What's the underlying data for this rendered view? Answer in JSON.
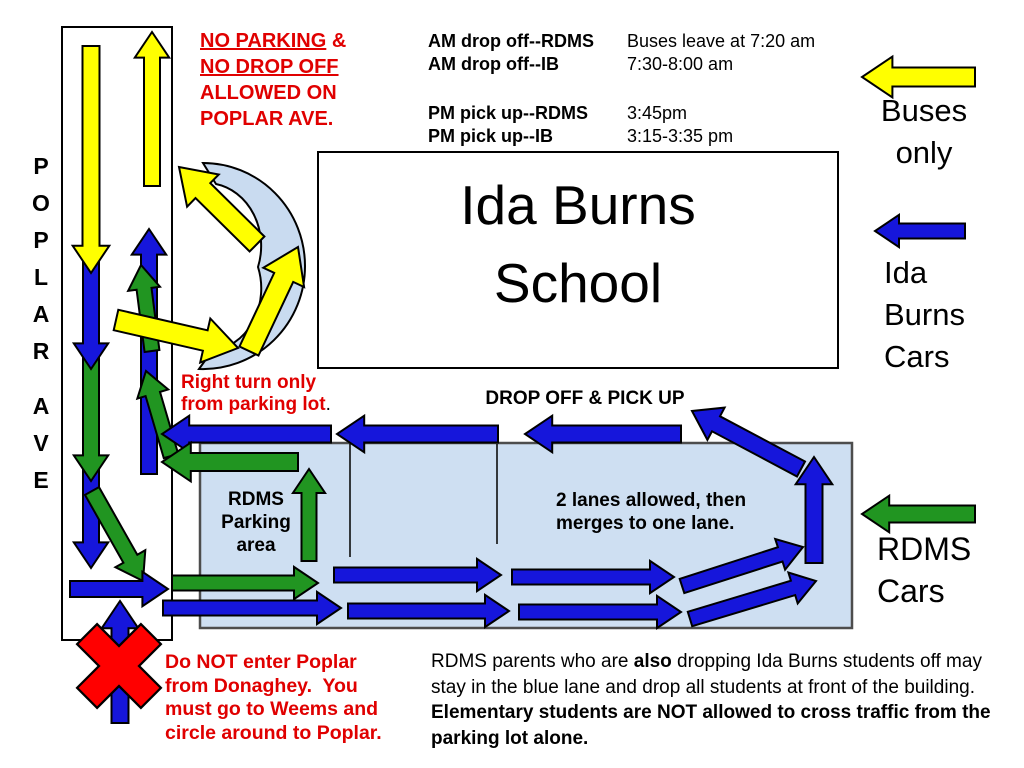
{
  "colors": {
    "bus": "#FFFF00",
    "ida_burns": "#1616DB",
    "rdms": "#219521",
    "warning_text": "#E00000",
    "no_entry_x": "#FF0000",
    "zone_fill": "#CEDFF2",
    "loop_fill": "#C9DBF0"
  },
  "street": {
    "word1": "POPLAR",
    "word2": "AVE"
  },
  "no_parking_note": {
    "line1_underlined": "NO PARKING",
    "line1_rest": " &",
    "line2_underlined": "NO DROP OFF",
    "line3": "ALLOWED ON",
    "line4": "POPLAR AVE."
  },
  "schedule": {
    "rows": [
      {
        "label": "AM drop off--RDMS",
        "value": "Buses leave at 7:20 am"
      },
      {
        "label": "AM drop off--IB",
        "value": "7:30-8:00 am"
      },
      {
        "label": "PM pick up--RDMS",
        "value": "3:45pm"
      },
      {
        "label": "PM pick up--IB",
        "value": "3:15-3:35 pm"
      }
    ]
  },
  "legend": {
    "buses": {
      "line1": "Buses",
      "line2": "only"
    },
    "ida": {
      "line1": "Ida",
      "line2": "Burns",
      "line3": "Cars"
    },
    "rdms": {
      "line1": "RDMS",
      "line2": "Cars"
    }
  },
  "school": {
    "line1": "Ida Burns",
    "line2": "School"
  },
  "dropoff_label": "DROP OFF & PICK UP",
  "right_turn_note": {
    "line1": "Right turn only",
    "line2": "from parking lot",
    "period": "."
  },
  "parking_label": {
    "line1": "RDMS",
    "line2": "Parking",
    "line3": "area"
  },
  "lanes_note": {
    "line1": "2 lanes allowed, then",
    "line2": "merges to one lane."
  },
  "donaghey_note": {
    "line1": "Do NOT enter Poplar",
    "line2": "from Donaghey.  You",
    "line3": "must go to Weems and",
    "line4": "circle around to Poplar."
  },
  "bottom_note": {
    "segments": [
      {
        "text": "RDMS parents who are ",
        "bold": false
      },
      {
        "text": "also",
        "bold": true
      },
      {
        "text": " dropping Ida Burns students off may stay in the blue lane and drop all students at front of the building.  ",
        "bold": false
      },
      {
        "text": "Elementary students are NOT allowed to cross traffic from the parking lot alone.",
        "bold": true
      }
    ]
  }
}
